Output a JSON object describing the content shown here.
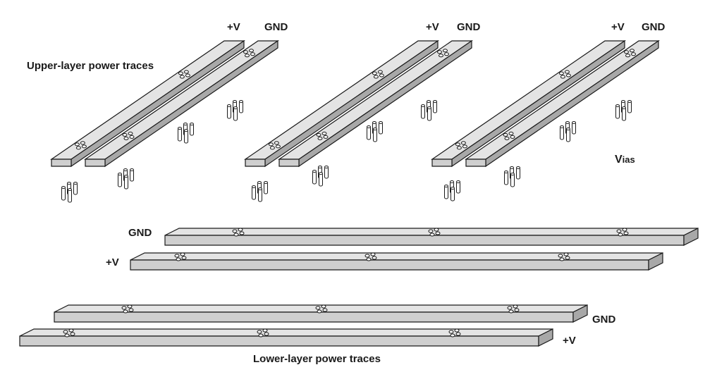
{
  "labels": {
    "upper_title": "Upper-layer power traces",
    "lower_title": "Lower-layer power traces",
    "vias_main": "V",
    "vias_sub": "ias",
    "plus_v": "+V",
    "gnd": "GND"
  },
  "colors": {
    "trace_top": "#e4e4e4",
    "trace_front": "#cfcfcf",
    "trace_side": "#a8a8a8",
    "outline": "#1a1a1a",
    "via_fill": "#ffffff"
  }
}
